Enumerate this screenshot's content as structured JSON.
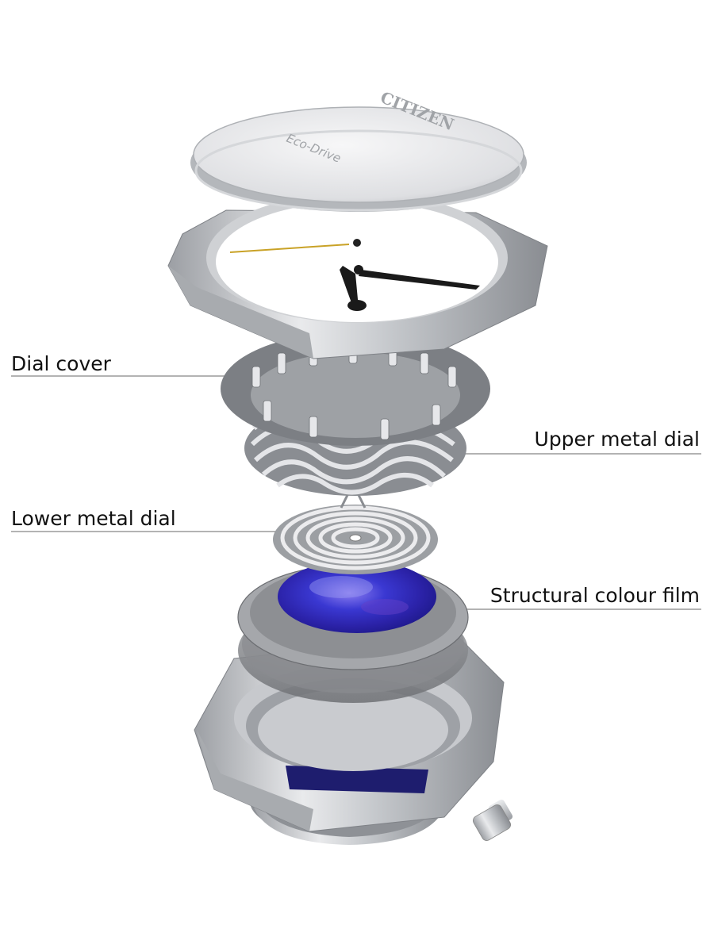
{
  "brand": {
    "logo_text": "CITIZEN",
    "dial_text": "Eco-Drive"
  },
  "labels": {
    "dial_cover": "Dial cover",
    "upper_metal_dial": "Upper metal dial",
    "lower_metal_dial": "Lower metal dial",
    "structural_colour_film": "Structural colour film"
  },
  "colors": {
    "leader_line": "#9a9a9a",
    "steel": "#b9bcc0",
    "film_blue": "#2a2fb8",
    "film_violet": "#5a2cc0",
    "second_hand": "#c9a227"
  }
}
